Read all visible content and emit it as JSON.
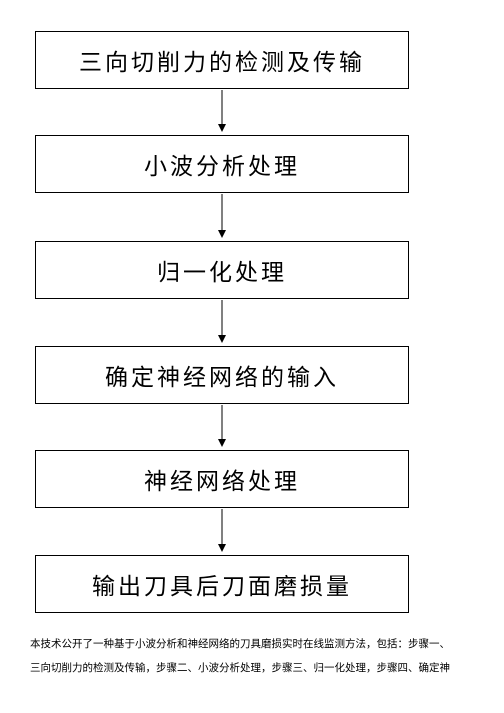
{
  "flowchart": {
    "steps": [
      "三向切削力的检测及传输",
      "小波分析处理",
      "归一化处理",
      "确定神经网络的输入",
      "神经网络处理",
      "输出刀具后刀面磨损量"
    ]
  },
  "caption": {
    "line1": "本技术公开了一种基于小波分析和神经网络的刀具磨损实时在线监测方法，包括：步骤一、",
    "line2": "三向切削力的检测及传输，步骤二、小波分析处理，步骤三、归一化处理，步骤四、确定神"
  }
}
